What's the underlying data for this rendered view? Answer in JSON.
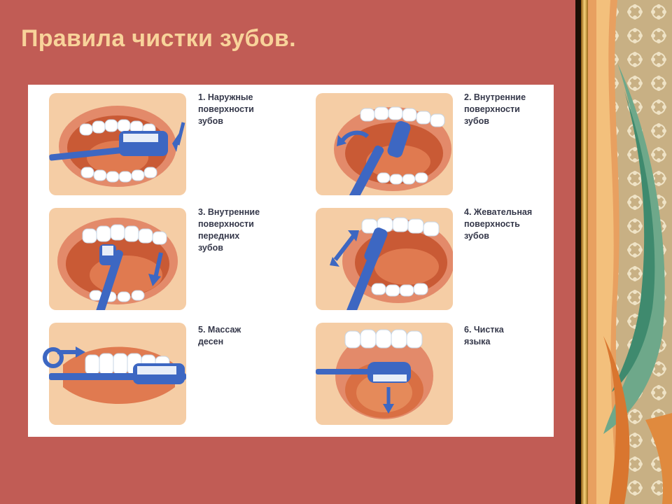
{
  "slide": {
    "title": "Правила чистки зубов."
  },
  "diagram": {
    "steps": [
      {
        "label": "1. Наружные\nповерхности\nзубов"
      },
      {
        "label": "2. Внутренние\nповерхности\nзубов"
      },
      {
        "label": "3. Внутренние\nповерхности\nпередних\nзубов"
      },
      {
        "label": "4. Жевательная\nповерхность\nзубов"
      },
      {
        "label": "5. Массаж\nдесен"
      },
      {
        "label": "6. Чистка\nязыка"
      }
    ]
  },
  "colors": {
    "background": "#c15c55",
    "title": "#f8d39a",
    "brush": "#3d67c2",
    "skin": "#f5cda5",
    "gum": "#e07a50"
  }
}
